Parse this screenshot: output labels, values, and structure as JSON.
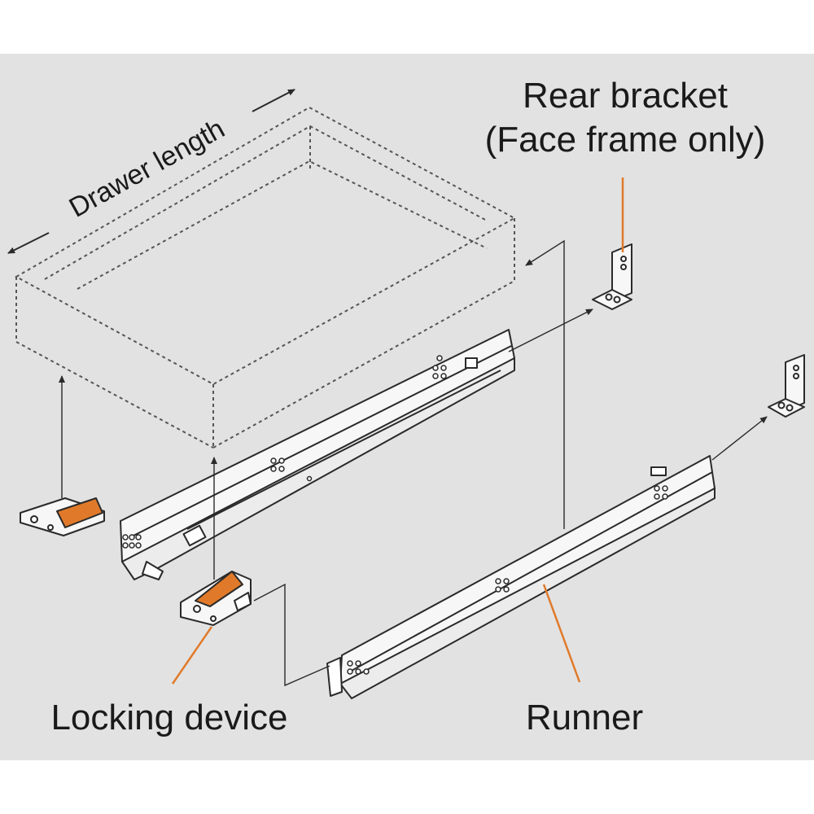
{
  "colors": {
    "background": "#e2e2e2",
    "frame": "#ffffff",
    "line": "#2a2a2a",
    "accent": "#e07a2a",
    "part_fill": "#f7f7f7"
  },
  "labels": {
    "drawer_length": "Drawer length",
    "rear_bracket_line1": "Rear bracket",
    "rear_bracket_line2": "(Face frame only)",
    "locking_device": "Locking device",
    "runner": "Runner"
  },
  "icons": {
    "drawer": "dashed-drawer-box",
    "runner": "slide-runner",
    "bracket": "rear-bracket",
    "lock": "locking-device-clip"
  }
}
